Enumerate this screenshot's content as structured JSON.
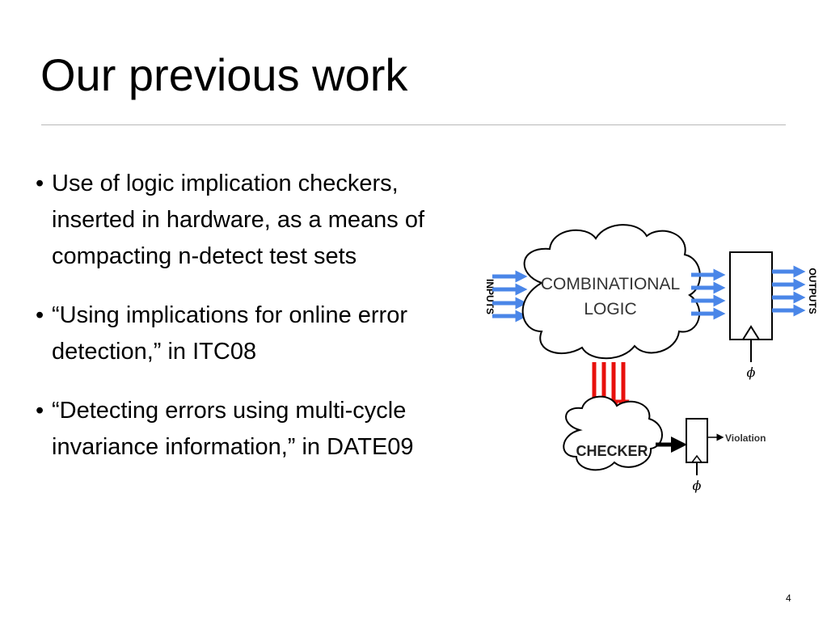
{
  "slide": {
    "title": "Our previous work",
    "bullets": [
      "Use of logic implication checkers, inserted in hardware, as a means of compacting n-detect test sets",
      "“Using  implications for online error detection,” in ITC08",
      "“Detecting errors using multi-cycle invariance information,” in DATE09"
    ],
    "bullet_char": "•",
    "page_number": "4"
  },
  "diagram": {
    "inputs_label": "INPUTS",
    "outputs_label": "OUTPUTS",
    "combinational_label_line1": "COMBINATIONAL",
    "combinational_label_line2": "LOGIC",
    "checker_label": "CHECKER",
    "violation_label": "Violation",
    "clock_label": "ϕ",
    "colors": {
      "blue_arrow": "#4a86e8",
      "red_arrow": "#e8100c",
      "outline": "#000000"
    }
  }
}
